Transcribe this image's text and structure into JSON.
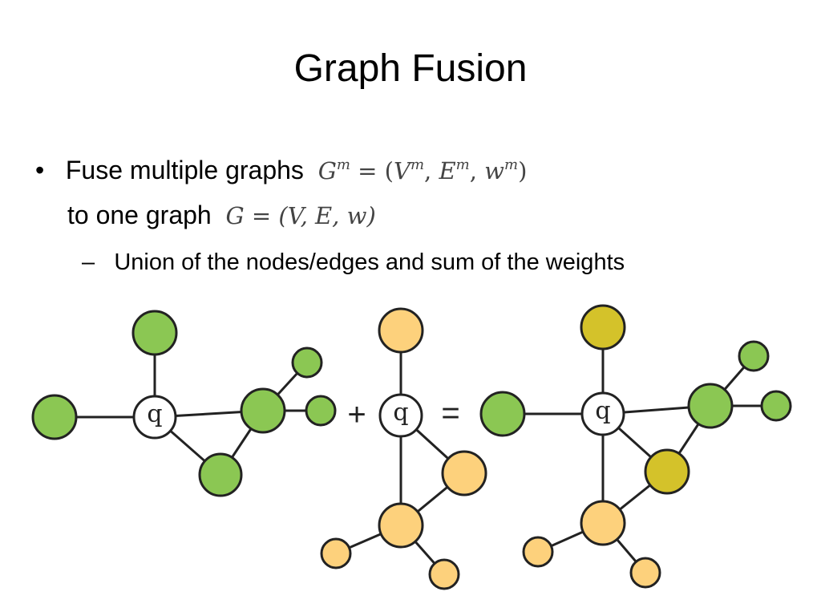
{
  "title": "Graph Fusion",
  "bullets": [
    {
      "symbol": "•",
      "text_line1": "Fuse multiple graphs",
      "math_line1": {
        "G": "G",
        "sup": "m",
        "rest_open": " = (",
        "V": "V",
        "comma1": ", ",
        "E": "E",
        "comma2": ", ",
        "w": "w",
        "close": ")"
      },
      "text_line2": "to one graph",
      "math_line2": "G = (V, E, w)"
    }
  ],
  "sub_bullets": [
    {
      "symbol": "–",
      "text": "Union of the nodes/edges and sum of the weights"
    }
  ],
  "operators": {
    "plus": "+",
    "equals": "="
  },
  "query_label": "q",
  "colors": {
    "green": "#8bc753",
    "orange": "#fdd17c",
    "olive": "#d4c22a",
    "query_fill": "#ffffff",
    "stroke": "#222222"
  }
}
